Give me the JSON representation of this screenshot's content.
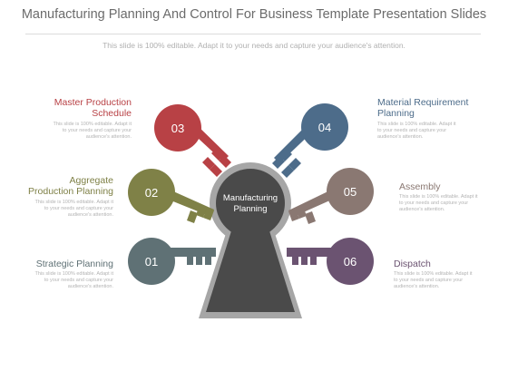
{
  "header": {
    "title": "Manufacturing Planning And Control For Business Template Presentation Slides",
    "subtitle": "This slide is 100% editable. Adapt it to your needs and capture your audience's attention."
  },
  "center": {
    "label_line1": "Manufacturing",
    "label_line2": "Planning"
  },
  "items": [
    {
      "number": "01",
      "label_line1": "Strategic Planning",
      "label_line2": "",
      "color": "#5f7175",
      "desc_line1": "This slide is 100% editable. Adapt it",
      "desc_line2": "to your needs and capture your",
      "desc_line3": "audience's attention."
    },
    {
      "number": "02",
      "label_line1": "Aggregate",
      "label_line2": "Production Planning",
      "color": "#7f8147",
      "desc_line1": "This slide is 100% editable. Adapt it",
      "desc_line2": "to your needs and capture your",
      "desc_line3": "audience's attention."
    },
    {
      "number": "03",
      "label_line1": "Master Production",
      "label_line2": "Schedule",
      "color": "#b84145",
      "desc_line1": "This slide is 100% editable. Adapt it",
      "desc_line2": "to your needs and capture your",
      "desc_line3": "audience's attention."
    },
    {
      "number": "04",
      "label_line1": "Material Requirement",
      "label_line2": "Planning",
      "color": "#4d6c8a",
      "desc_line1": "This slide is 100% editable. Adapt it",
      "desc_line2": "to your needs and capture your",
      "desc_line3": "audience's attention."
    },
    {
      "number": "05",
      "label_line1": "Assembly",
      "label_line2": "",
      "color": "#8a7872",
      "desc_line1": "This slide is 100% editable. Adapt it",
      "desc_line2": "to your needs and capture your",
      "desc_line3": "audience's attention."
    },
    {
      "number": "06",
      "label_line1": "Dispatch",
      "label_line2": "",
      "color": "#6b5371",
      "desc_line1": "This slide is 100% editable. Adapt it",
      "desc_line2": "to your needs and capture your",
      "desc_line3": "audience's attention."
    }
  ]
}
